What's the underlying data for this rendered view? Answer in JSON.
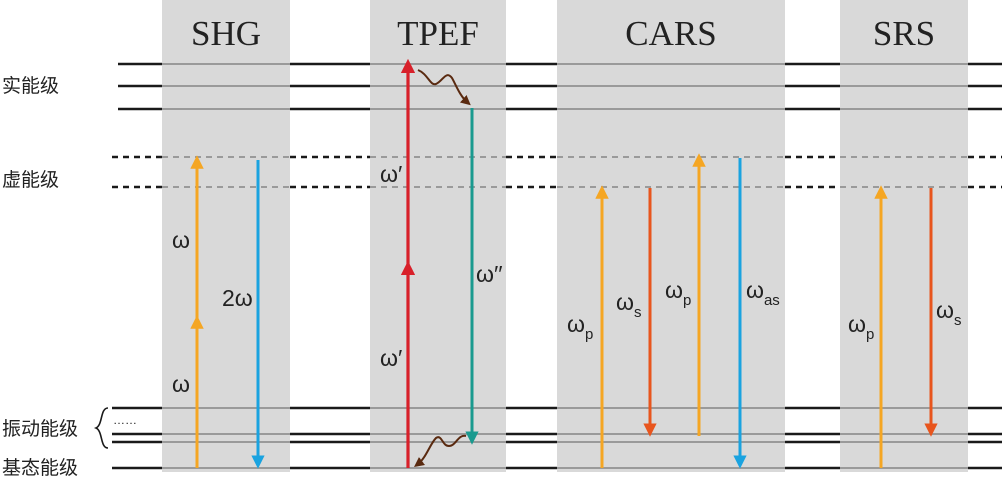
{
  "level_labels": {
    "real": "实能级",
    "virtual": "虚能级",
    "vibrational": "振动能级",
    "ground": "基态能级",
    "dots": "……"
  },
  "panels": [
    {
      "title": "SHG"
    },
    {
      "title": "TPEF"
    },
    {
      "title": "CARS"
    },
    {
      "title": "SRS"
    }
  ],
  "shg": {
    "label_top": "ω",
    "label_bottom": "ω",
    "label_down": "2ω"
  },
  "tpef": {
    "label_top": "ω′",
    "label_bottom": "ω′",
    "label_down": "ω′′"
  },
  "cars": {
    "pump1": {
      "base": "ω",
      "sub": "p"
    },
    "stokes": {
      "base": "ω",
      "sub": "s"
    },
    "pump2": {
      "base": "ω",
      "sub": "p"
    },
    "antistokes": {
      "base": "ω",
      "sub": "as"
    }
  },
  "srs": {
    "pump": {
      "base": "ω",
      "sub": "p"
    },
    "stokes": {
      "base": "ω",
      "sub": "s"
    }
  },
  "colors": {
    "panel_bg": "#d9d9d9",
    "level_line": "#1a1a1a",
    "level_line_inside": "#9a9a9a",
    "orange": "#f5a623",
    "blue": "#1aa3e0",
    "red": "#d8202a",
    "teal": "#1a9a8f",
    "orange_red": "#e8551d",
    "brown": "#5a2a10"
  }
}
